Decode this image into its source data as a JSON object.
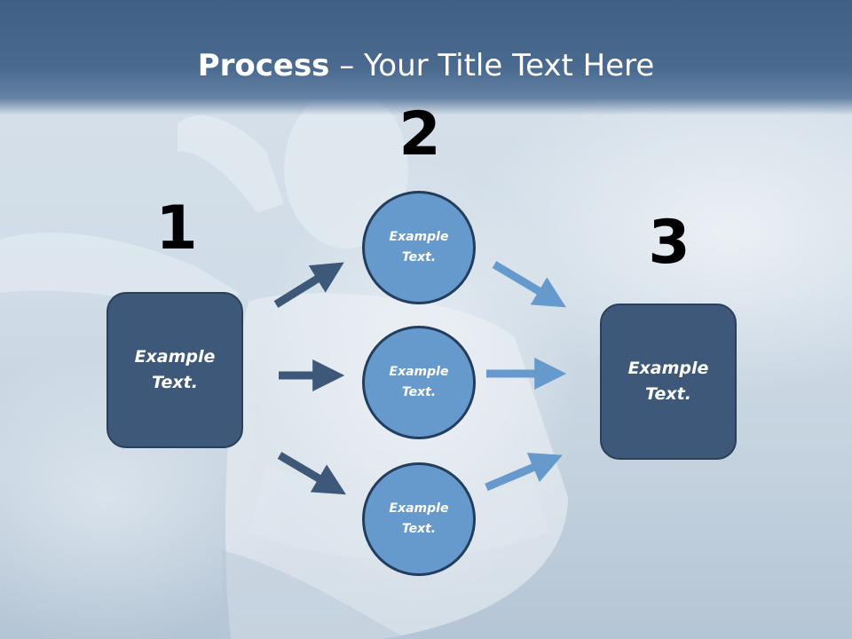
{
  "title": {
    "bold": "Process",
    "rest": " – Your Title Text Here"
  },
  "steps": {
    "one": "1",
    "two": "2",
    "three": "3"
  },
  "left_box": {
    "text": "Example\nText."
  },
  "right_box": {
    "text": "Example\nText."
  },
  "circles": [
    {
      "text": "Example\nText."
    },
    {
      "text": "Example\nText."
    },
    {
      "text": "Example\nText."
    }
  ],
  "colors": {
    "header": "#4a6a90",
    "box_fill": "#3d5879",
    "circle_fill": "#6699cc",
    "dark_arrow": "#3d5879",
    "light_arrow": "#6699cc"
  }
}
